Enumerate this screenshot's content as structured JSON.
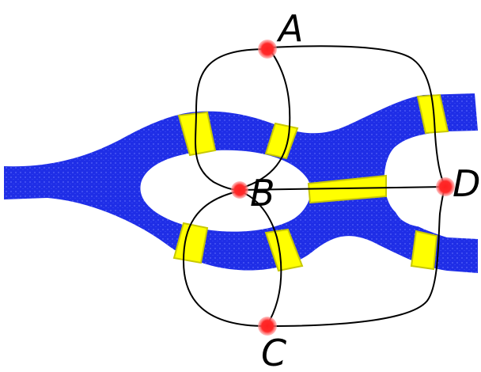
{
  "diagram": {
    "colors": {
      "river": "#1f2ee6",
      "river_speckle": "#6f7cff",
      "bridge": "#ffff00",
      "bridge_edge": "#c8c800",
      "edge": "#000000",
      "node": "#ff1f1f",
      "node_glow": "#ff9a9a",
      "background": "#ffffff"
    },
    "nodes": [
      {
        "id": "A",
        "label": "A"
      },
      {
        "id": "B",
        "label": "B"
      },
      {
        "id": "C",
        "label": "C"
      },
      {
        "id": "D",
        "label": "D"
      }
    ],
    "edges": [
      {
        "from": "A",
        "to": "B",
        "count": 2
      },
      {
        "from": "C",
        "to": "B",
        "count": 2
      },
      {
        "from": "A",
        "to": "D",
        "count": 1
      },
      {
        "from": "C",
        "to": "D",
        "count": 1
      },
      {
        "from": "B",
        "to": "D",
        "count": 1
      }
    ],
    "bridges_count": 7
  }
}
